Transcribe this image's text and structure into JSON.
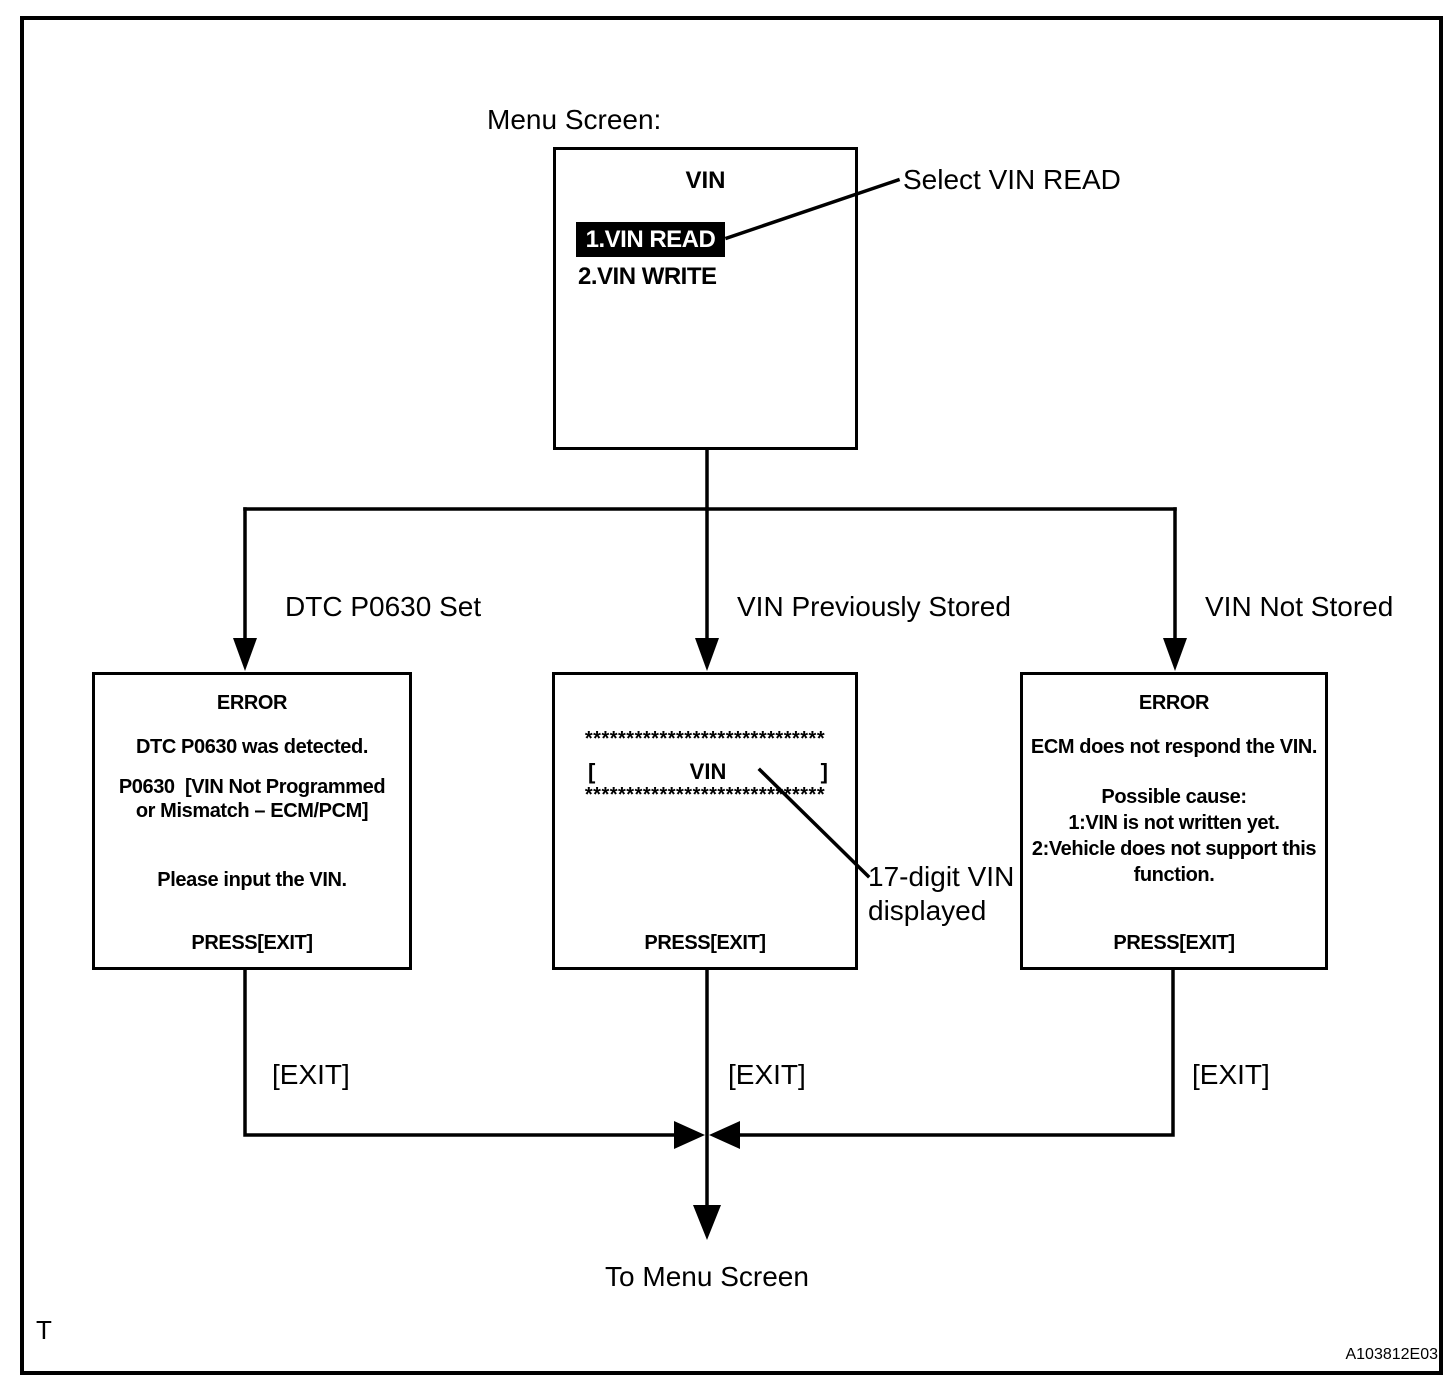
{
  "figure": {
    "menu_label": "Menu Screen:",
    "to_menu": "To Menu Screen",
    "corner_letter": "T",
    "code": "A103812E03"
  },
  "menu_screen": {
    "title": "VIN",
    "item_read": "1.VIN READ",
    "item_write": "2.VIN WRITE"
  },
  "annotations": {
    "select_vin_read": "Select VIN READ",
    "vin_displayed_line1": "17-digit VIN",
    "vin_displayed_line2": "displayed"
  },
  "branches": {
    "left_label": "DTC P0630 Set",
    "middle_label": "VIN Previously Stored",
    "right_label": "VIN Not Stored"
  },
  "error_dtc_screen": {
    "title": "ERROR",
    "detected_line": "DTC P0630 was detected.",
    "code_line1": "P0630  [VIN Not Programmed",
    "code_line2": "or Mismatch – ECM/PCM]",
    "input_line": "Please input the VIN.",
    "press": "PRESS[EXIT]"
  },
  "vin_screen": {
    "stars": "*****************************",
    "bracket_left": "[",
    "vin": "VIN",
    "bracket_right": "]",
    "press": "PRESS[EXIT]"
  },
  "error_ecm_screen": {
    "title": "ERROR",
    "respond_line": "ECM does not respond the VIN.",
    "cause_title": "Possible cause:",
    "cause1": "1:VIN is not written yet.",
    "cause2_line1": "2:Vehicle does not support this",
    "cause2_line2": "function.",
    "press": "PRESS[EXIT]"
  },
  "exits": {
    "left": "[EXIT]",
    "middle": "[EXIT]",
    "right": "[EXIT]"
  },
  "colors": {
    "line": "#000000",
    "highlight_bg": "#000000",
    "highlight_text": "#ffffff"
  }
}
